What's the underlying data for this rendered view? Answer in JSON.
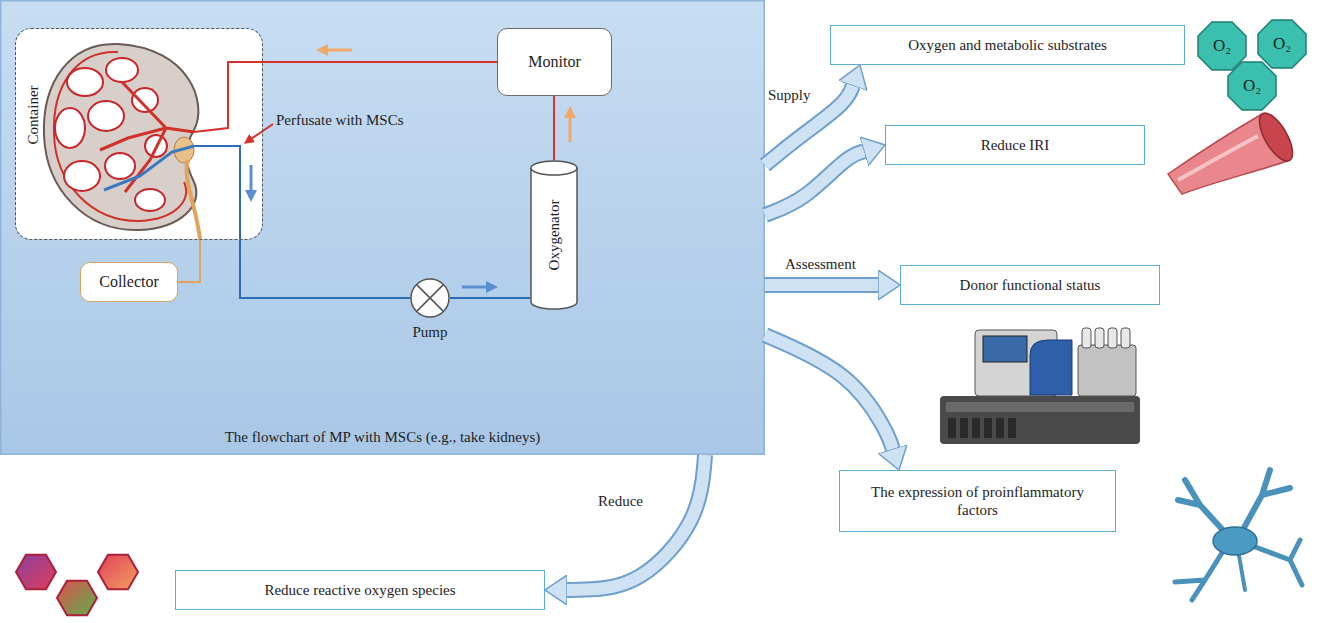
{
  "diagram": {
    "nodes": [
      {
        "text": [
          "The flowchart of MP with MSCs (e.g., take kidneys)"
        ]
      },
      {
        "text": [
          "Container"
        ],
        "in": 0
      },
      {
        "text": [
          "Monitor"
        ],
        "in": 0
      },
      {
        "text": [
          "Oxygenator"
        ],
        "in": 0
      },
      {
        "text": [
          "Pump"
        ],
        "in": 0
      },
      {
        "text": [
          "Collector"
        ],
        "in": 0
      },
      {
        "text": [
          "Oxygen and metabolic substrates"
        ]
      },
      {
        "text": [
          "Reduce IRI"
        ]
      },
      {
        "text": [
          "Donor functional status"
        ]
      },
      {
        "text": [
          "The expression of proinflammatory factors"
        ]
      },
      {
        "text": [
          "Reduce reactive oxygen species"
        ]
      }
    ],
    "edges": [
      {
        "from": 2,
        "to": 1,
        "arrow": "none"
      },
      {
        "from": 1,
        "to": 4,
        "arrow": "none"
      },
      {
        "from": 4,
        "to": 3,
        "arrow": "none"
      },
      {
        "from": 3,
        "to": 2,
        "arrow": "none"
      },
      {
        "from": 1,
        "to": 5,
        "arrow": "none"
      },
      {
        "from": 0,
        "to": 6,
        "label": "Supply",
        "arrow": "to"
      },
      {
        "from": 0,
        "to": 7,
        "arrow": "to"
      },
      {
        "from": 0,
        "to": 8,
        "label": "Assessment",
        "arrow": "to"
      },
      {
        "from": 0,
        "to": 9,
        "arrow": "to"
      },
      {
        "from": 0,
        "to": 10,
        "label": "Reduce",
        "arrow": "to"
      }
    ],
    "labels": [
      "Perfusate with MSCs",
      "O₂",
      "O₂",
      "O₂"
    ]
  }
}
